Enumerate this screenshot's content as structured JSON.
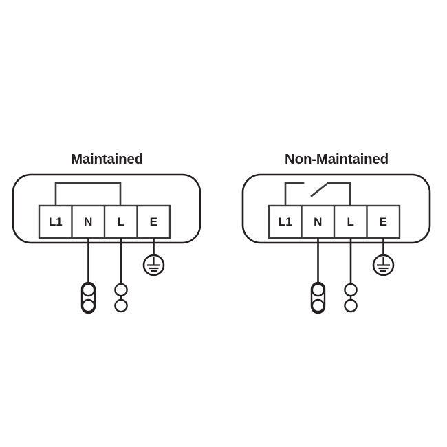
{
  "page": {
    "background_color": "#ffffff",
    "ink_color": "#231f20",
    "line_color": "#3a3a3c"
  },
  "diagrams": [
    {
      "id": "maintained",
      "title": "Maintained",
      "top_link_type": "jumper-link",
      "top_link_description": "Solid jumper link between L1 and L",
      "terminals": [
        {
          "label": "L1",
          "name": "terminal-l1"
        },
        {
          "label": "N",
          "name": "terminal-n"
        },
        {
          "label": "L",
          "name": "terminal-l"
        },
        {
          "label": "E",
          "name": "terminal-e"
        }
      ],
      "leads": [
        {
          "from": "N",
          "symbol": "capsule-two-circles"
        },
        {
          "from": "L",
          "symbol": "two-circles"
        },
        {
          "from": "E",
          "symbol": "earth-ground"
        }
      ]
    },
    {
      "id": "non-maintained",
      "title": "Non-Maintained",
      "top_link_type": "open-switch",
      "top_link_description": "Open switch contact between L1 and L",
      "terminals": [
        {
          "label": "L1",
          "name": "terminal-l1"
        },
        {
          "label": "N",
          "name": "terminal-n"
        },
        {
          "label": "L",
          "name": "terminal-l"
        },
        {
          "label": "E",
          "name": "terminal-e"
        }
      ],
      "leads": [
        {
          "from": "N",
          "symbol": "capsule-two-circles"
        },
        {
          "from": "L",
          "symbol": "two-circles"
        },
        {
          "from": "E",
          "symbol": "earth-ground"
        }
      ]
    }
  ],
  "symbols": {
    "earth_ground": "earth-ground-icon",
    "capsule_two_circles": "neutral-lead-icon",
    "two_circles": "live-lead-icon",
    "jumper": "jumper-link-icon",
    "switch": "open-switch-icon"
  }
}
